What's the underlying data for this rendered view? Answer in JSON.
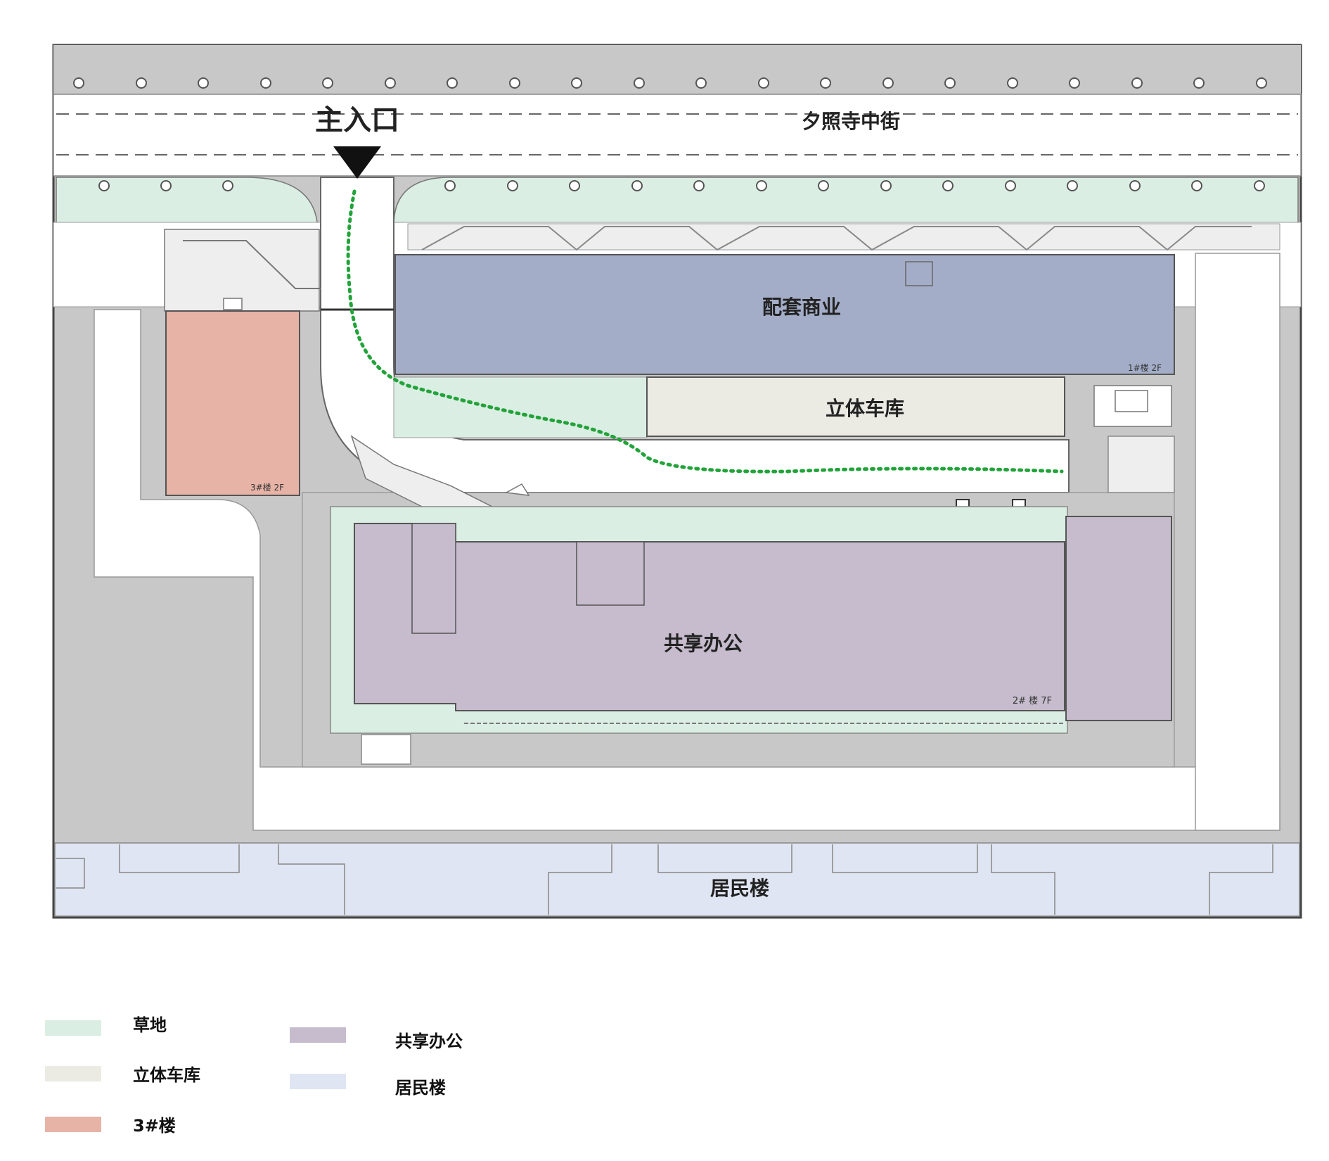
{
  "labels": {
    "main_entrance": "主入口",
    "street": "夕照寺中街",
    "commercial": "配套商业",
    "bldg1_tag": "1#楼  2F",
    "garage": "立体车库",
    "bldg3_tag": "3#楼  2F",
    "office": "共享办公",
    "bldg2_tag": "2# 楼  7F",
    "residential": "居民楼"
  },
  "legend": [
    {
      "label": "草地",
      "color": "#dbeee3"
    },
    {
      "label": "立体车库",
      "color": "#ebebe4"
    },
    {
      "label": "3#楼",
      "color": "#e6b3a6"
    },
    {
      "label": "共享办公",
      "color": "#c6bccd"
    },
    {
      "label": "居民楼",
      "color": "#dfe5f2"
    }
  ],
  "colors": {
    "paving": "#c8c8c8",
    "road": "#ffffff",
    "grass": "#dbeee3",
    "commercial": "#a3adc8",
    "garage": "#ebebe4",
    "building3": "#e6b3a6",
    "office": "#c6bccd",
    "residential": "#dfe5f2",
    "path": "#22a33a",
    "outline": "#555555"
  }
}
